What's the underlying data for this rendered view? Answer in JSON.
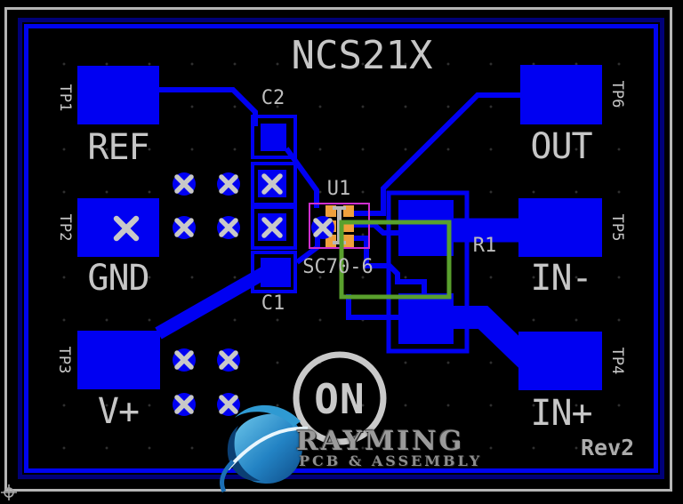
{
  "board": {
    "title": "NCS21X",
    "revision": "Rev2",
    "testpoints": [
      {
        "ref": "TP1",
        "net": "REF"
      },
      {
        "ref": "TP2",
        "net": "GND"
      },
      {
        "ref": "TP3",
        "net": "V+"
      },
      {
        "ref": "TP6",
        "net": "OUT"
      },
      {
        "ref": "TP5",
        "net": "IN-"
      },
      {
        "ref": "TP4",
        "net": "IN+"
      }
    ],
    "components": [
      {
        "ref": "C2"
      },
      {
        "ref": "U1",
        "package": "SC70-6"
      },
      {
        "ref": "C1"
      },
      {
        "ref": "R1"
      }
    ],
    "logos": {
      "on_logo_text": "ON",
      "watermark_title": "RAYMING",
      "watermark_subtitle": "PCB & ASSEMBLY"
    },
    "colors": {
      "copper": "#0000f2",
      "board_outline_outer": "#000078",
      "board_outline_inner": "#0004f0",
      "silkscreen": "#c6c6c6",
      "u1_pad_orange": "#efa03c",
      "u1_courtyard_magenta": "#cf2fcf",
      "highlight_green": "#59a02d"
    }
  }
}
